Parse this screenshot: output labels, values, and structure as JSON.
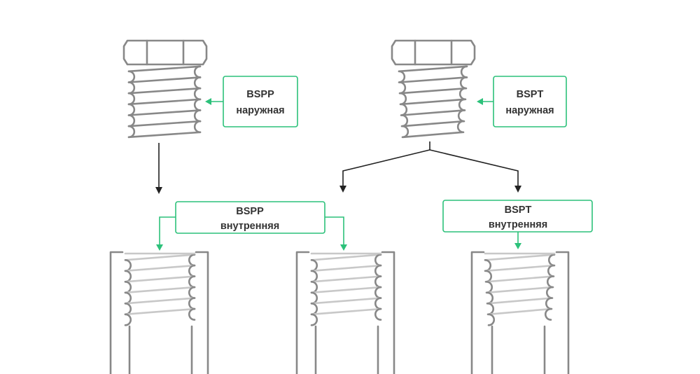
{
  "colors": {
    "accent": "#2cc17a",
    "metal": "#888888",
    "metal_light": "#c8c8c8",
    "text": "#333333",
    "arrow": "#222222"
  },
  "labels": {
    "bspp_male": {
      "line1": "BSPP",
      "line2": "наружная"
    },
    "bspt_male": {
      "line1": "BSPT",
      "line2": "наружная"
    },
    "bspp_female": {
      "line1": "BSPP",
      "line2": "внутренняя"
    },
    "bspt_female": {
      "line1": "BSPT",
      "line2": "внутренняя"
    }
  }
}
